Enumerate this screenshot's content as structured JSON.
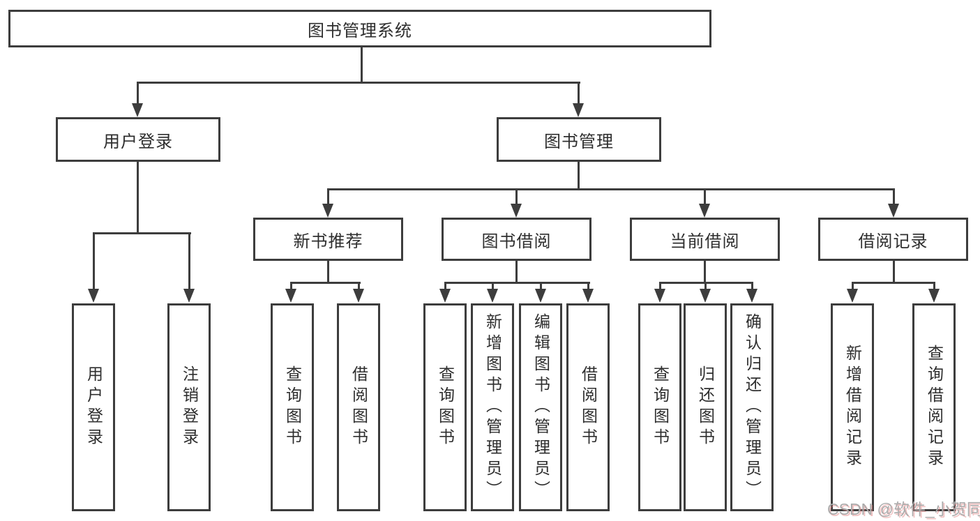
{
  "tree": {
    "root": {
      "label": "图书管理系统"
    },
    "login": {
      "label": "用户登录",
      "children": [
        "用户登录",
        "注销登录"
      ]
    },
    "mgmt": {
      "label": "图书管理",
      "sections": [
        {
          "label": "新书推荐",
          "children": [
            "查询图书",
            "借阅图书"
          ]
        },
        {
          "label": "图书借阅",
          "children": [
            "查询图书",
            "新增图书（管理员）",
            "编辑图书（管理员）",
            "借阅图书"
          ]
        },
        {
          "label": "当前借阅",
          "children": [
            "查询图书",
            "归还图书",
            "确认归还（管理员）"
          ]
        },
        {
          "label": "借阅记录",
          "children": [
            "新增借阅记录",
            "查询借阅记录"
          ]
        }
      ]
    }
  },
  "watermark": {
    "text": "CSDN @软件_小贺同学"
  },
  "colors": {
    "line": "#3d3d3d",
    "text": "#2e2e2e",
    "background": "#ffffff",
    "watermark": "#ababab"
  }
}
